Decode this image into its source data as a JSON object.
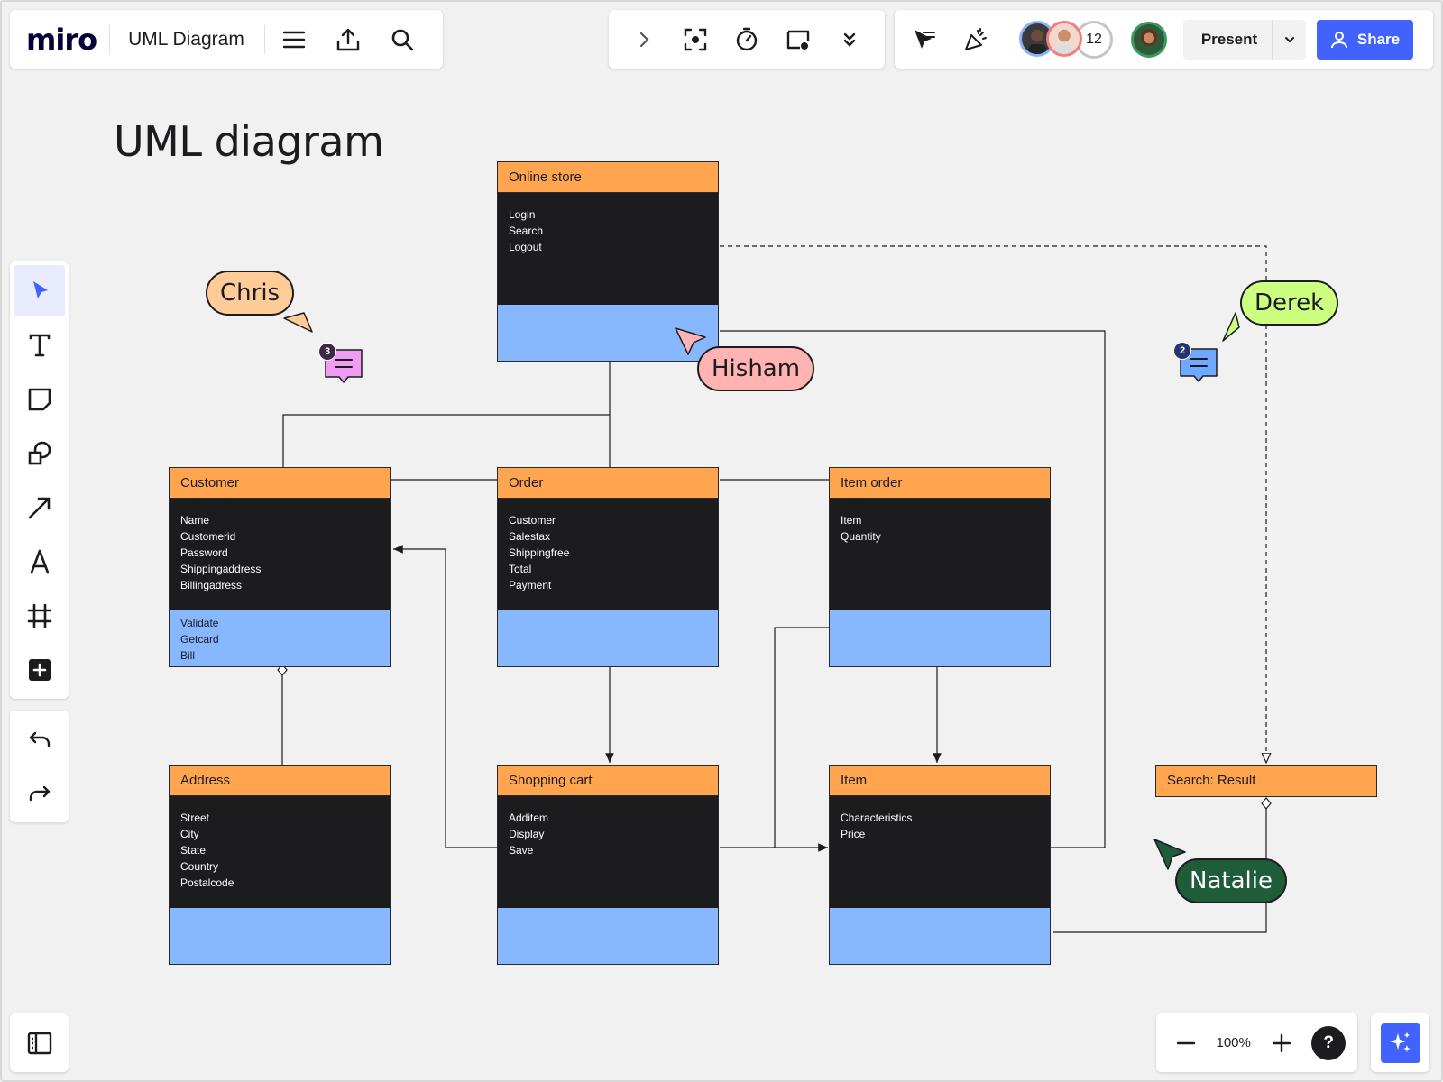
{
  "app": {
    "logo": "miro",
    "board_title": "UML Diagram"
  },
  "top_toolbar": {
    "collaborator_count": "12",
    "present_label": "Present",
    "share_label": "Share"
  },
  "canvas": {
    "heading": "UML diagram",
    "classes": {
      "online_store": {
        "name": "Online store",
        "attributes": [
          "Login",
          "Search",
          "Logout"
        ],
        "operations": []
      },
      "customer": {
        "name": "Customer",
        "attributes": [
          "Name",
          "Customerid",
          "Password",
          "Shippingaddress",
          "Billingadress"
        ],
        "operations": [
          "Validate",
          "Getcard",
          "Bill"
        ]
      },
      "order": {
        "name": "Order",
        "attributes": [
          "Customer",
          "Salestax",
          "Shippingfree",
          "Total",
          "Payment"
        ],
        "operations": []
      },
      "item_order": {
        "name": "Item order",
        "attributes": [
          "Item",
          "Quantity"
        ],
        "operations": []
      },
      "address": {
        "name": "Address",
        "attributes": [
          "Street",
          "City",
          "State",
          "Country",
          "Postalcode"
        ],
        "operations": []
      },
      "shopping_cart": {
        "name": "Shopping cart",
        "attributes": [
          "Additem",
          "Display",
          "Save"
        ],
        "operations": []
      },
      "item": {
        "name": "Item",
        "attributes": [
          "Characteristics",
          "Price"
        ],
        "operations": []
      },
      "search_result": {
        "name": "Search: Result"
      }
    },
    "cursors": {
      "chris": {
        "name": "Chris",
        "color": "#ffcb99"
      },
      "hisham": {
        "name": "Hisham",
        "color": "#ffb3b3"
      },
      "derek": {
        "name": "Derek",
        "color": "#ccff80"
      },
      "natalie": {
        "name": "Natalie",
        "color": "#1f5c3a"
      }
    },
    "comments": [
      {
        "count": "3",
        "color": "#f09cf5",
        "badge_color": "#3e2749"
      },
      {
        "count": "2",
        "color": "#6ea8ff",
        "badge_color": "#26356f"
      }
    ]
  },
  "zoom": {
    "level": "100%"
  },
  "colors": {
    "accent": "#4262ff",
    "class_header": "#ffa44f",
    "class_body": "#1c1c1e",
    "class_ops": "#87b7ff"
  }
}
